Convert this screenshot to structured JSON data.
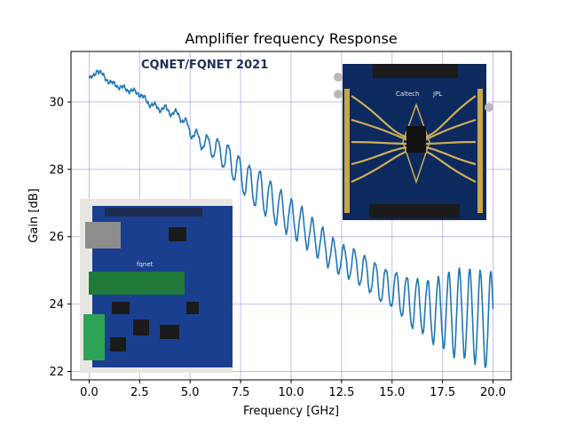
{
  "chart_data": {
    "type": "line",
    "title": "Amplifier frequency Response",
    "xlabel": "Frequency [GHz]",
    "ylabel": "Gain [dB]",
    "xlim": [
      -0.9,
      20.9
    ],
    "ylim": [
      21.75,
      31.5
    ],
    "xticks": [
      0,
      2.5,
      5,
      7.5,
      10,
      12.5,
      15,
      17.5,
      20
    ],
    "xtick_labels": [
      "0.0",
      "2.5",
      "5.0",
      "7.5",
      "10.0",
      "12.5",
      "15.0",
      "17.5",
      "20.0"
    ],
    "yticks": [
      22,
      24,
      26,
      28,
      30
    ],
    "ytick_labels": [
      "22",
      "24",
      "26",
      "28",
      "30"
    ],
    "grid": true,
    "line_color": "#1f77b4",
    "grid_color": "#0000cc",
    "anchors": {
      "x": [
        0,
        0.2,
        0.4,
        0.6,
        0.8,
        1.0,
        1.5,
        2.0,
        2.5,
        2.8,
        3.0,
        3.5,
        3.8,
        4.0,
        4.5,
        5.0,
        5.5,
        6.0,
        6.5,
        7.0,
        7.5,
        8.0,
        8.5,
        9.0,
        9.5,
        10.0,
        10.5,
        11.0,
        11.5,
        12.0,
        12.5,
        13.0,
        13.5,
        14.0,
        14.5,
        15.0,
        15.5,
        16.0,
        16.5,
        17.0,
        17.5,
        18.0,
        18.5,
        19.0,
        19.5,
        20.0
      ],
      "y": [
        30.7,
        30.75,
        30.95,
        30.85,
        30.7,
        30.6,
        30.45,
        30.35,
        30.25,
        30.05,
        29.95,
        29.8,
        29.8,
        29.7,
        29.6,
        29.15,
        28.85,
        28.7,
        28.5,
        28.25,
        27.85,
        27.55,
        27.35,
        27.05,
        26.8,
        26.55,
        26.35,
        26.05,
        25.8,
        25.5,
        25.3,
        25.2,
        25.0,
        24.8,
        24.55,
        24.45,
        24.25,
        24.0,
        23.95,
        23.75,
        23.8,
        23.7,
        23.75,
        23.65,
        23.55,
        23.5
      ]
    },
    "ripple_amplitude": {
      "x": [
        0,
        4.0,
        5.5,
        7.0,
        8.5,
        10.0,
        12.5,
        15.0,
        17.0,
        18.0,
        20.0
      ],
      "a": [
        0.03,
        0.08,
        0.2,
        0.45,
        0.6,
        0.55,
        0.45,
        0.55,
        0.9,
        1.25,
        1.45
      ]
    },
    "ripple_period_ghz": 0.52
  },
  "watermark": "CQNET/FQNET 2021",
  "pcb_labels": {
    "board_top": "Caltech",
    "board_top_right": "JPL",
    "board_bottom": "fqnet"
  }
}
